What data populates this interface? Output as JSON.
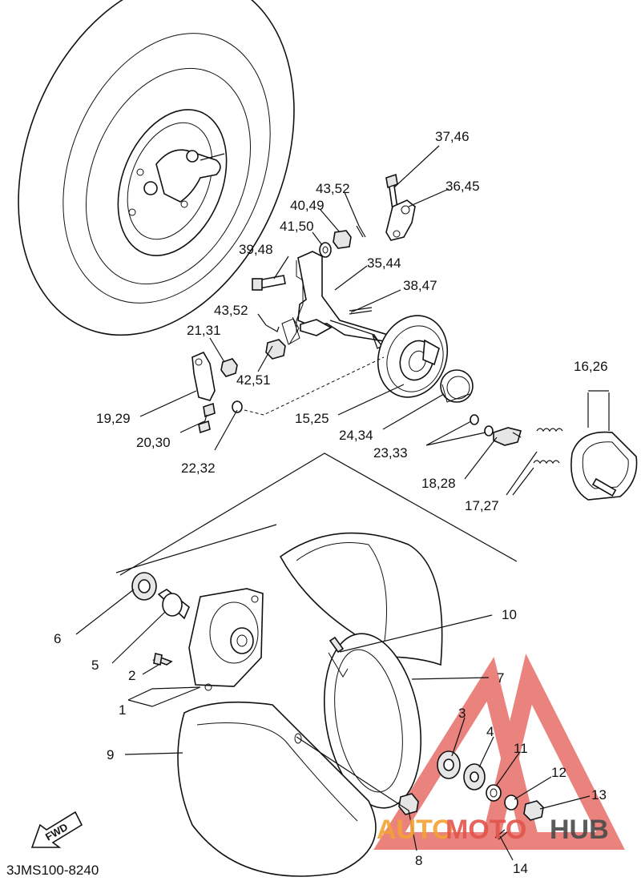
{
  "diagram": {
    "code": "3JMS100-8240",
    "fwd_label": "FWD",
    "watermark": {
      "part1": "AUTO",
      "part2": "MOTO",
      "part3": "HUB",
      "color_orange": "#f3a233",
      "color_red": "#e3544d",
      "color_gray": "#4a4a4a",
      "triangle_color": "#e45a52"
    },
    "labels": {
      "l37_46": "37,46",
      "l36_45": "36,45",
      "l43_52a": "43,52",
      "l40_49": "40,49",
      "l41_50": "41,50",
      "l39_48": "39,48",
      "l35_44": "35,44",
      "l38_47": "38,47",
      "l43_52b": "43,52",
      "l21_31": "21,31",
      "l42_51": "42,51",
      "l16_26": "16,26",
      "l19_29": "19,29",
      "l15_25": "15,25",
      "l24_34": "24,34",
      "l20_30": "20,30",
      "l23_33": "23,33",
      "l22_32": "22,32",
      "l18_28": "18,28",
      "l17_27": "17,27",
      "l10": "10",
      "l6": "6",
      "l5": "5",
      "l7": "7",
      "l2": "2",
      "l1": "1",
      "l3": "3",
      "l4": "4",
      "l11": "11",
      "l9": "9",
      "l12": "12",
      "l13": "13",
      "l8": "8",
      "l14": "14"
    }
  }
}
